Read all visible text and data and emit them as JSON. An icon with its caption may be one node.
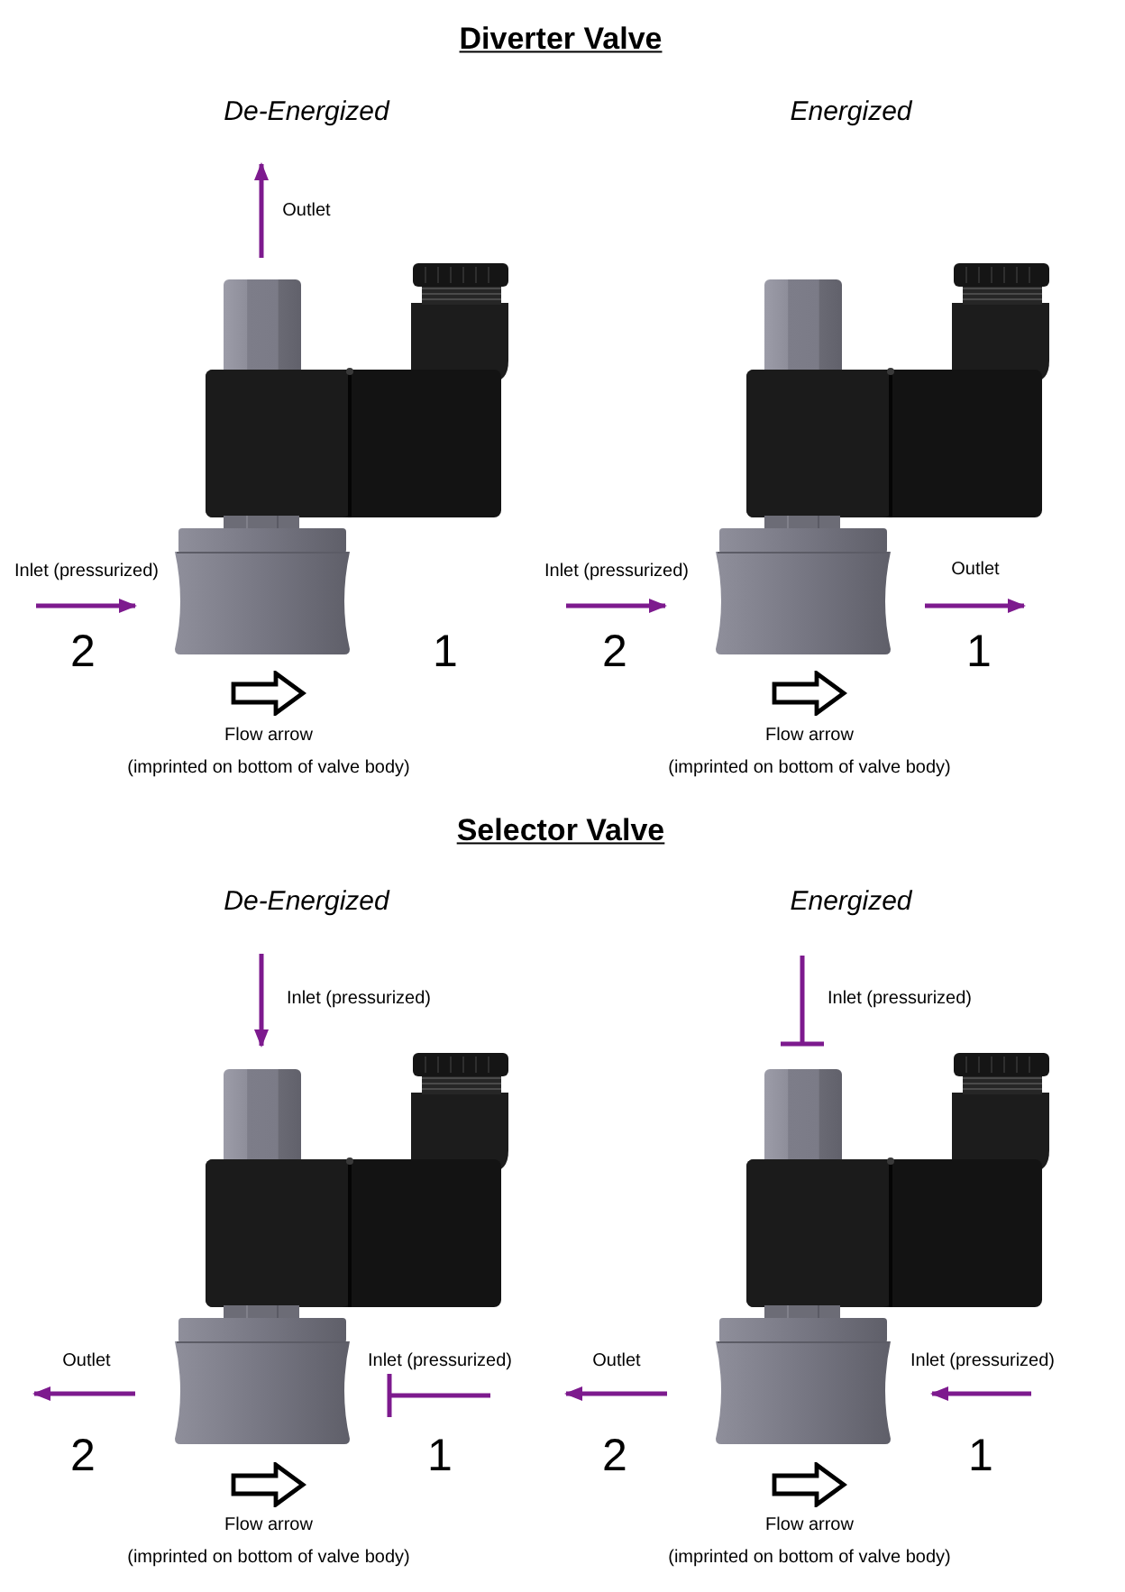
{
  "diagram": {
    "labels": [
      "Diverter Valve",
      "De-Energized",
      "Energized",
      "Outlet",
      "Inlet (pressurized)",
      "Inlet (pressurized)",
      "Outlet",
      "2",
      "1",
      "2",
      "1",
      "Flow arrow",
      "Flow arrow",
      "(imprinted on bottom of valve body)",
      "(imprinted on bottom of valve body)",
      "Selector Valve",
      "De-Energized",
      "Energized",
      "Inlet (pressurized)",
      "Inlet (pressurized)",
      "Outlet",
      "Inlet (pressurized)",
      "Outlet",
      "Inlet (pressurized)",
      "2",
      "1",
      "2",
      "1",
      "Flow arrow",
      "Flow arrow",
      "(imprinted on bottom of valve body)",
      "(imprinted on bottom of valve body)"
    ]
  }
}
